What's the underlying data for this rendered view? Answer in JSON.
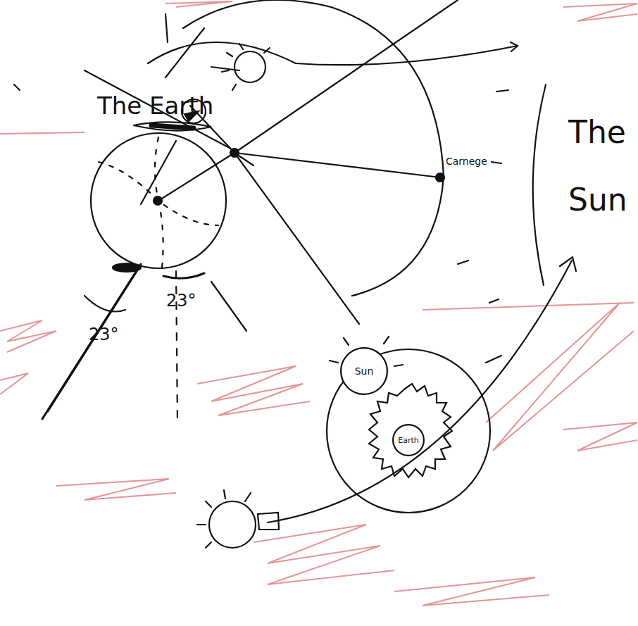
{
  "diagram": {
    "nodes": [
      {
        "text": [
          "Sun"
        ]
      },
      {
        "text": [
          "Earth"
        ]
      }
    ],
    "labels": [
      "The Earth",
      "Carnege",
      "The Sun",
      "23°",
      "23°"
    ]
  }
}
